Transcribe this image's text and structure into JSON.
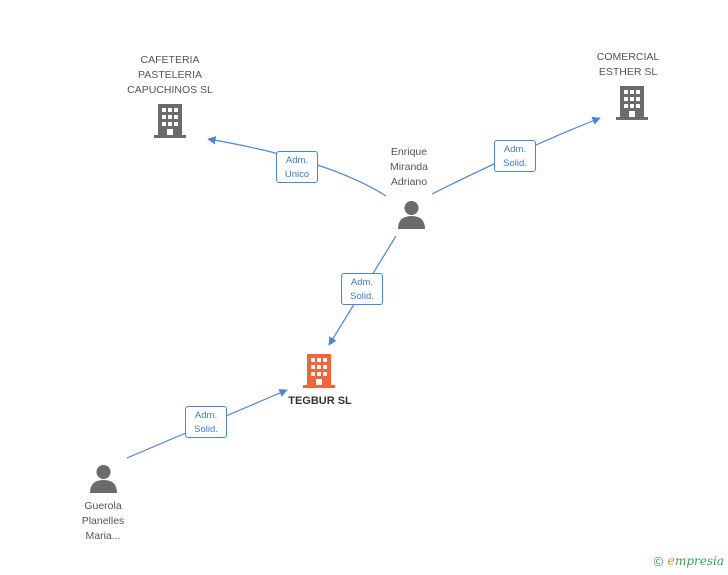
{
  "nodes": {
    "cafeteria": {
      "lines": [
        "CAFETERIA",
        "PASTELERIA",
        "CAPUCHINOS SL"
      ],
      "type": "company"
    },
    "comercial": {
      "lines": [
        "COMERCIAL",
        "ESTHER SL"
      ],
      "type": "company"
    },
    "enrique": {
      "lines": [
        "Enrique",
        "Miranda",
        "Adriano"
      ],
      "type": "person"
    },
    "tegbur": {
      "lines": [
        "TEGBUR SL"
      ],
      "type": "company-main"
    },
    "guerola": {
      "lines": [
        "Guerola",
        "Planelles",
        "Maria..."
      ],
      "type": "person"
    }
  },
  "edges": {
    "enrique_cafeteria": {
      "line1": "Adm.",
      "line2": "Unico"
    },
    "enrique_comercial": {
      "line1": "Adm.",
      "line2": "Solid."
    },
    "enrique_tegbur": {
      "line1": "Adm.",
      "line2": "Solid."
    },
    "guerola_tegbur": {
      "line1": "Adm.",
      "line2": "Solid."
    }
  },
  "colors": {
    "edge": "#4a86d8",
    "company_icon": "#6b6b6b",
    "main_company_icon": "#f0653a",
    "person_icon": "#6b6b6b"
  },
  "brand": {
    "copyright": "©",
    "first": "e",
    "rest": "mpresia"
  }
}
